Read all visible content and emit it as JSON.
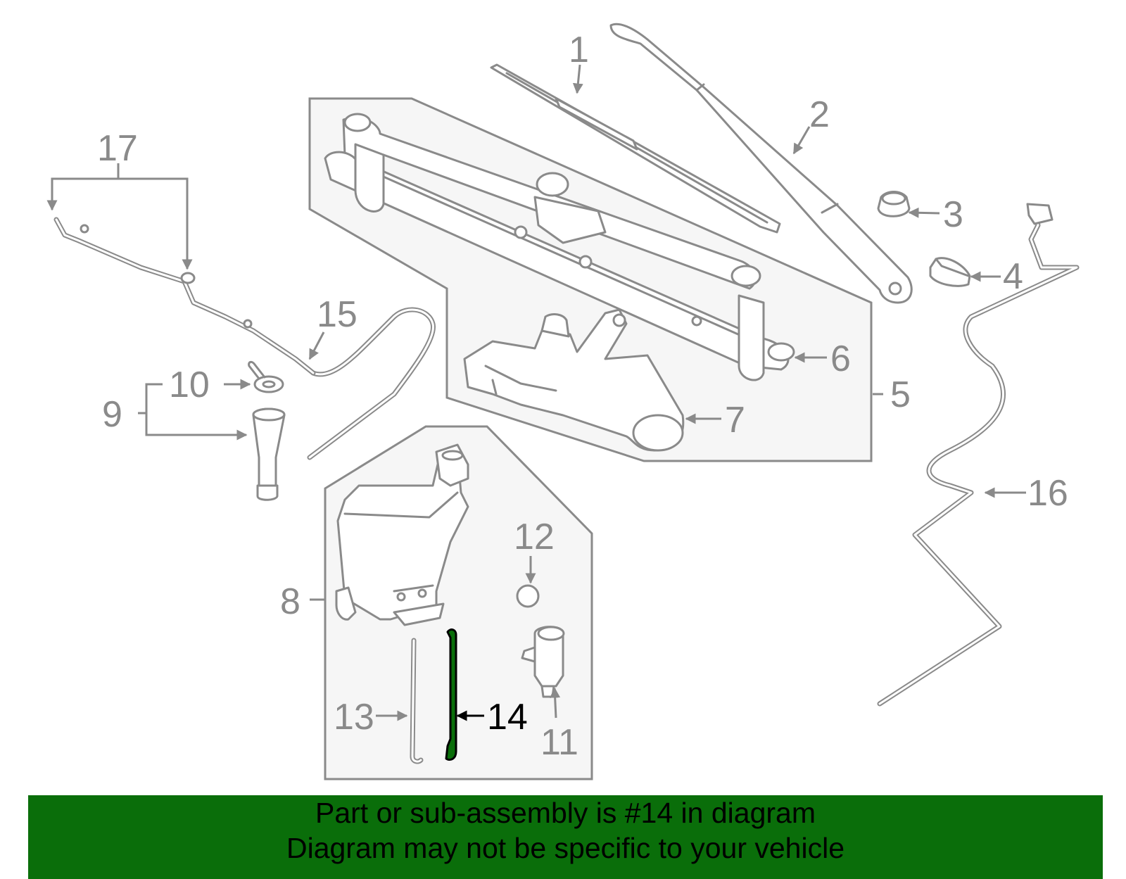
{
  "diagram": {
    "callouts": [
      {
        "id": "1",
        "label": "1"
      },
      {
        "id": "2",
        "label": "2"
      },
      {
        "id": "3",
        "label": "3"
      },
      {
        "id": "4",
        "label": "4"
      },
      {
        "id": "5",
        "label": "5"
      },
      {
        "id": "6",
        "label": "6"
      },
      {
        "id": "7",
        "label": "7"
      },
      {
        "id": "8",
        "label": "8"
      },
      {
        "id": "9",
        "label": "9"
      },
      {
        "id": "10",
        "label": "10"
      },
      {
        "id": "11",
        "label": "11"
      },
      {
        "id": "12",
        "label": "12"
      },
      {
        "id": "13",
        "label": "13"
      },
      {
        "id": "14",
        "label": "14"
      },
      {
        "id": "15",
        "label": "15"
      },
      {
        "id": "16",
        "label": "16"
      },
      {
        "id": "17",
        "label": "17"
      }
    ],
    "highlighted_part": "14",
    "colors": {
      "line": "#8a8a8a",
      "highlight_fill": "#0a6e0a",
      "highlight_label": "#000000",
      "banner_bg": "#0a6e0a"
    }
  },
  "banner": {
    "line1": "Part or sub-assembly is #14 in diagram",
    "line2": "Diagram may not be specific to your vehicle"
  }
}
